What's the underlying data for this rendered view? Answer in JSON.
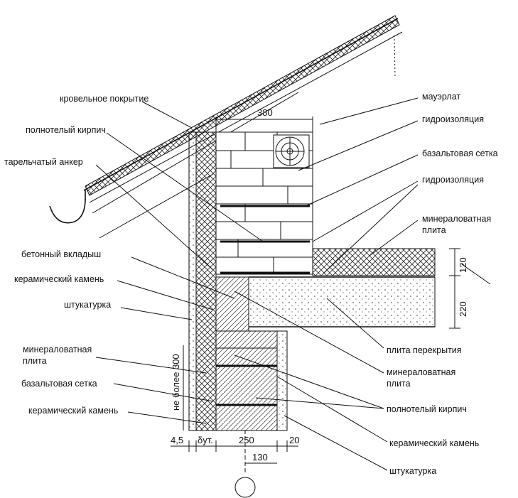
{
  "labels": {
    "roof_covering": "кровельное покрытие",
    "solid_brick_left": "полнотелый кирпич",
    "plate_anchor": "тарельчатый анкер",
    "concrete_insert": "бетонный вкладыш",
    "ceramic_stone_left": "керамический камень",
    "plaster_left": "штукатурка",
    "mineral_wool_left": "минераловатная\nплита",
    "basalt_mesh_left": "базальтовая сетка",
    "ceramic_stone_left2": "керамический камень",
    "mauerlat": "мауэрлат",
    "waterproofing_1": "гидроизоляция",
    "basalt_mesh_right": "базальтовая сетка",
    "waterproofing_2": "гидроизоляция",
    "mineral_wool_right": "минераловатная\nплита",
    "floor_slab": "плита перекрытия",
    "mineral_wool_right2": "минераловатная\nплита",
    "solid_brick_right": "полнотелый кирпич",
    "ceramic_stone_right": "керамический камень",
    "plaster_right": "штукатурка"
  },
  "dimensions": {
    "width_top": "380",
    "insulation_thk": "120",
    "slab_thk": "220",
    "max_300": "не более 300",
    "d_45": "4,5",
    "d_ut": "δут.",
    "d_250": "250",
    "d_20": "20",
    "d_130": "130"
  }
}
